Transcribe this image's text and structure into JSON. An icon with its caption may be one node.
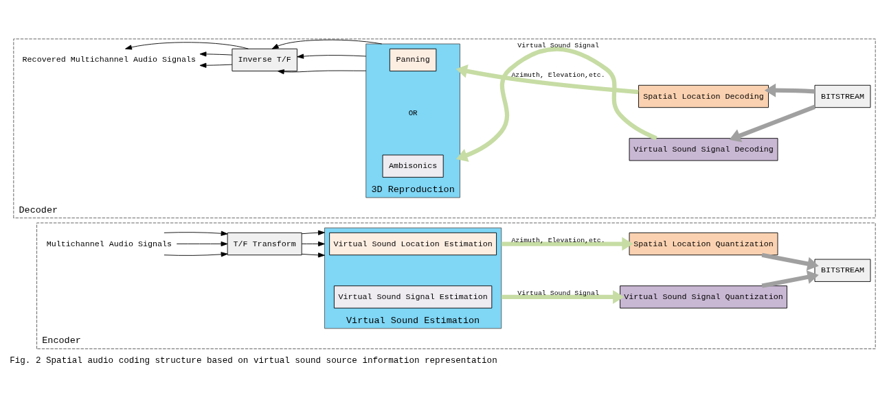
{
  "diagram": {
    "caption": "Fig. 2 Spatial audio coding structure based on virtual sound source information representation",
    "nodes": [
      {
        "text": [
          "Encoder"
        ]
      },
      {
        "text": [
          "Multichannel Audio Signals"
        ],
        "in": 0
      },
      {
        "text": [
          "T/F Transform"
        ],
        "in": 0
      },
      {
        "text": [
          "Virtual Sound Estimation"
        ],
        "in": 0
      },
      {
        "text": [
          "Virtual Sound Location Estimation"
        ],
        "in": 3
      },
      {
        "text": [
          "Virtual Sound Signal Estimation"
        ],
        "in": 3
      },
      {
        "text": [
          "Spatial Location Quantization"
        ],
        "in": 0
      },
      {
        "text": [
          "Virtual Sound Signal Quantization"
        ],
        "in": 0
      },
      {
        "text": [
          "BITSTREAM"
        ],
        "in": 0
      },
      {
        "text": [
          "Decoder"
        ]
      },
      {
        "text": [
          "Recovered Multichannel Audio Signals"
        ],
        "in": 9
      },
      {
        "text": [
          "Inverse T/F"
        ],
        "in": 9
      },
      {
        "text": [
          "3D Reproduction"
        ],
        "in": 9
      },
      {
        "text": [
          "Panning"
        ],
        "in": 12
      },
      {
        "text": [
          "Ambisonics"
        ],
        "in": 12
      },
      {
        "text": [
          "Spatial Location Decoding"
        ],
        "in": 9
      },
      {
        "text": [
          "Virtual Sound Signal Decoding"
        ],
        "in": 9
      },
      {
        "text": [
          "BITSTREAM"
        ],
        "in": 9
      }
    ],
    "edges": [
      {
        "from": 1,
        "to": 2,
        "arrow": "to"
      },
      {
        "from": 1,
        "to": 2,
        "arrow": "to"
      },
      {
        "from": 1,
        "to": 2,
        "arrow": "to"
      },
      {
        "from": 2,
        "to": 3,
        "arrow": "to"
      },
      {
        "from": 2,
        "to": 3,
        "arrow": "to"
      },
      {
        "from": 2,
        "to": 3,
        "arrow": "to"
      },
      {
        "from": 3,
        "to": 6,
        "arrow": "to",
        "label": "Azimuth, Elevation,etc.",
        "style": "thick",
        "color": "#c6dca4"
      },
      {
        "from": 3,
        "to": 7,
        "arrow": "to",
        "label": "Virtual Sound Signal",
        "style": "thick",
        "color": "#c6dca4"
      },
      {
        "from": 6,
        "to": 8,
        "arrow": "to",
        "style": "thick",
        "color": "#a0a0a0"
      },
      {
        "from": 7,
        "to": 8,
        "arrow": "to",
        "style": "thick",
        "color": "#a0a0a0"
      },
      {
        "from": 17,
        "to": 15,
        "arrow": "to",
        "style": "thick",
        "color": "#a0a0a0"
      },
      {
        "from": 17,
        "to": 16,
        "arrow": "to",
        "style": "thick",
        "color": "#a0a0a0"
      },
      {
        "from": 15,
        "to": 12,
        "arrow": "to",
        "label": "Azimuth, Elevation,etc.",
        "style": "thick",
        "color": "#c6dca4"
      },
      {
        "from": 16,
        "to": 12,
        "arrow": "to",
        "label": "Virtual Sound Signal",
        "style": "thick",
        "color": "#c6dca4"
      },
      {
        "from": 12,
        "to": 11,
        "arrow": "to"
      },
      {
        "from": 12,
        "to": 11,
        "arrow": "to"
      },
      {
        "from": 12,
        "to": 11,
        "arrow": "to"
      },
      {
        "from": 11,
        "to": 10,
        "arrow": "to"
      },
      {
        "from": 11,
        "to": 10,
        "arrow": "to"
      },
      {
        "from": 11,
        "to": 10,
        "arrow": "to"
      }
    ],
    "labels": [
      "OR"
    ]
  }
}
